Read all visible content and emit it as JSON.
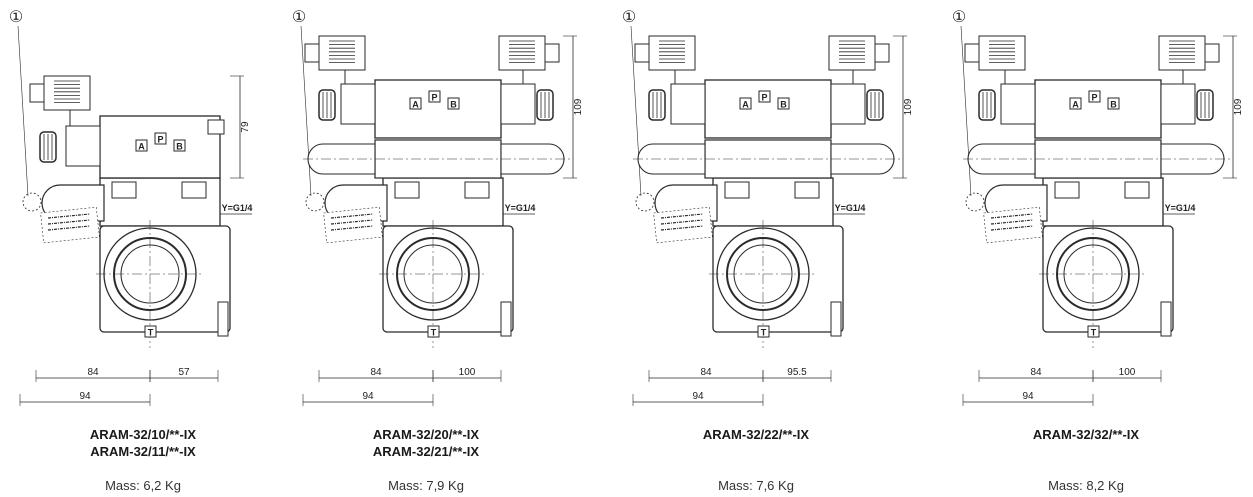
{
  "callout_symbol": "①",
  "port_labels": {
    "a": "A",
    "p": "P",
    "b": "B",
    "t": "T",
    "y": "Y=G1/4"
  },
  "panels": [
    {
      "variant": "single",
      "models": [
        "ARAM-32/10/**-IX",
        "ARAM-32/11/**-IX"
      ],
      "mass": "Mass: 6,2 Kg",
      "dim_height": "79",
      "dim_left": "84",
      "dim_right": "57",
      "dim_bottom": "94"
    },
    {
      "variant": "double",
      "models": [
        "ARAM-32/20/**-IX",
        "ARAM-32/21/**-IX"
      ],
      "mass": "Mass: 7,9 Kg",
      "dim_height": "109",
      "dim_left": "84",
      "dim_right": "100",
      "dim_bottom": "94"
    },
    {
      "variant": "double",
      "models": [
        "ARAM-32/22/**-IX"
      ],
      "mass": "Mass: 7,6 Kg",
      "dim_height": "109",
      "dim_left": "84",
      "dim_right": "95.5",
      "dim_bottom": "94"
    },
    {
      "variant": "double",
      "models": [
        "ARAM-32/32/**-IX"
      ],
      "mass": "Mass: 8,2 Kg",
      "dim_height": "109",
      "dim_left": "84",
      "dim_right": "100",
      "dim_bottom": "94"
    }
  ]
}
